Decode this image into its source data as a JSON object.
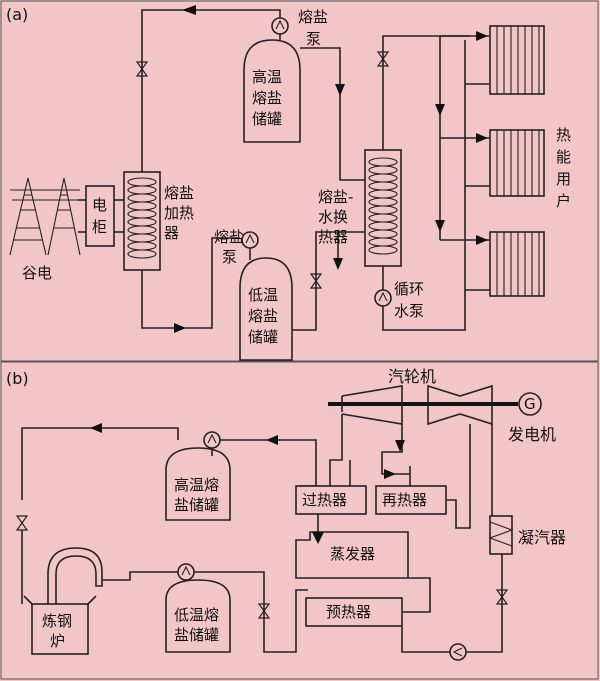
{
  "panel_a": {
    "label": "(a)",
    "grid_power": "谷电",
    "cabinet": [
      "电",
      "柜"
    ],
    "salt_heater": [
      "熔盐",
      "加热",
      "器"
    ],
    "high_tank": [
      "高温",
      "熔盐",
      "储罐"
    ],
    "salt_pump_top": [
      "熔盐",
      "泵"
    ],
    "low_tank": [
      "低温",
      "熔盐",
      "储罐"
    ],
    "salt_pump_low": [
      "熔盐",
      "泵"
    ],
    "exchanger": [
      "熔盐-",
      "水换",
      "热器"
    ],
    "circ_pump": [
      "循环",
      "水泵"
    ],
    "heat_users": [
      "热",
      "能",
      "用",
      "户"
    ]
  },
  "panel_b": {
    "label": "(b)",
    "turbine": "汽轮机",
    "generator_symbol": "G",
    "generator": "发电机",
    "high_tank": [
      "高温熔",
      "盐储罐"
    ],
    "low_tank": [
      "低温熔",
      "盐储罐"
    ],
    "furnace": [
      "炼钢",
      "炉"
    ],
    "superheater": "过热器",
    "reheater": "再热器",
    "evaporator": "蒸发器",
    "preheater": "预热器",
    "condenser": "凝汽器"
  }
}
